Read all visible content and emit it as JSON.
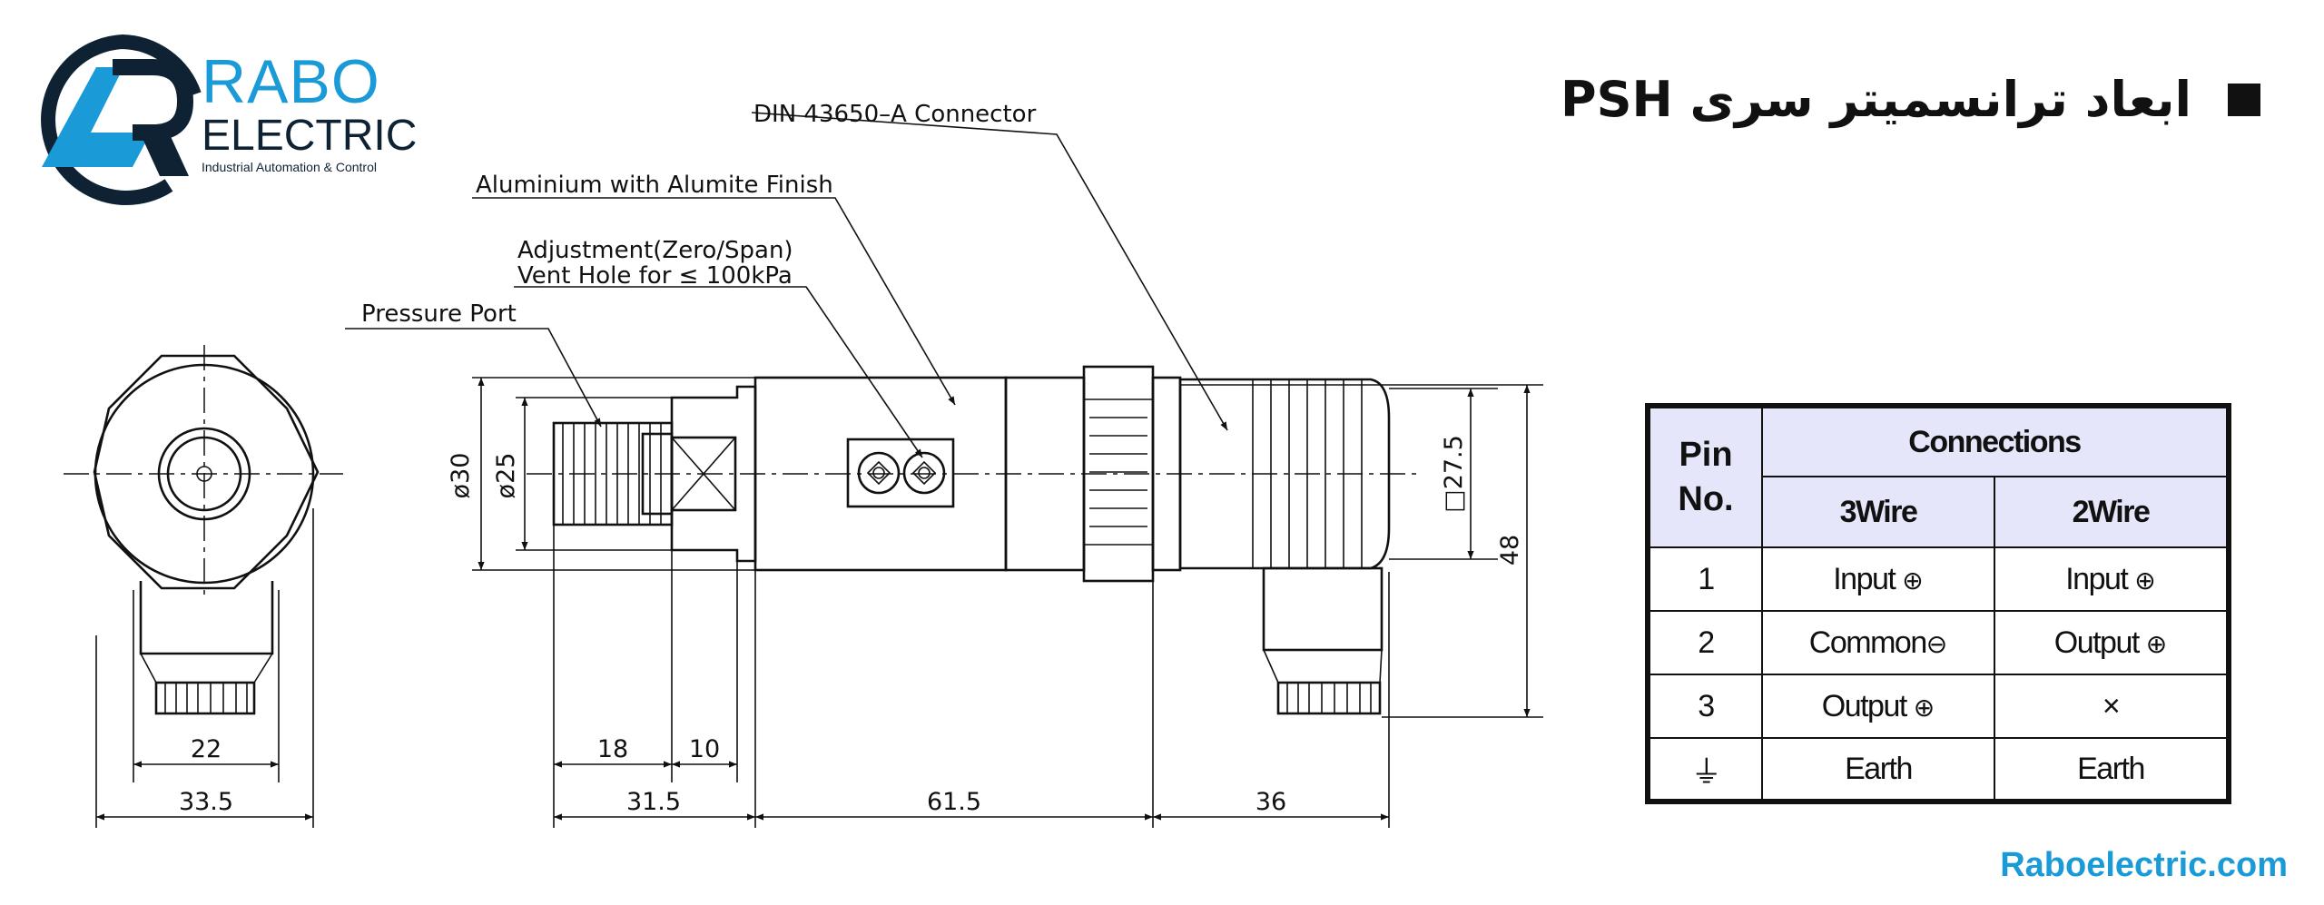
{
  "header": {
    "title": "ابعاد ترانسمیتر سری PSH"
  },
  "logo": {
    "name_top": "RABO",
    "name_bottom": "ELECTRIC",
    "tagline": "Industrial Automation & Control"
  },
  "callouts": {
    "connector": "DIN 43650–A Connector",
    "body_material": "Aluminium with Alumite Finish",
    "adjustment": "Adjustment(Zero/Span)",
    "vent": "Vent Hole for ≤ 100kPa",
    "port": "Pressure Port"
  },
  "dimensions": {
    "front_inner_width": "22",
    "front_outer_width": "33.5",
    "dia_30": "ø30",
    "dia_25": "ø25",
    "d18": "18",
    "d10": "10",
    "d31_5": "31.5",
    "d61_5": "61.5",
    "d36": "36",
    "square": "□27.5",
    "height": "48"
  },
  "table": {
    "pin_header": [
      "Pin",
      "No."
    ],
    "connections_header": "Connections",
    "col_3wire": "3Wire",
    "col_2wire": "2Wire",
    "rows": [
      {
        "pin": "1",
        "w3": "Input",
        "w3_sym": "⊕",
        "w2": "Input",
        "w2_sym": "⊕"
      },
      {
        "pin": "2",
        "w3": "Common",
        "w3_sym": "⊖",
        "w2": "Output",
        "w2_sym": "⊕"
      },
      {
        "pin": "3",
        "w3": "Output",
        "w3_sym": "⊕",
        "w2": "×",
        "w2_sym": ""
      },
      {
        "pin": "⏚",
        "w3": "Earth",
        "w3_sym": "",
        "w2": "Earth",
        "w2_sym": ""
      }
    ]
  },
  "website": "Raboelectric.com"
}
